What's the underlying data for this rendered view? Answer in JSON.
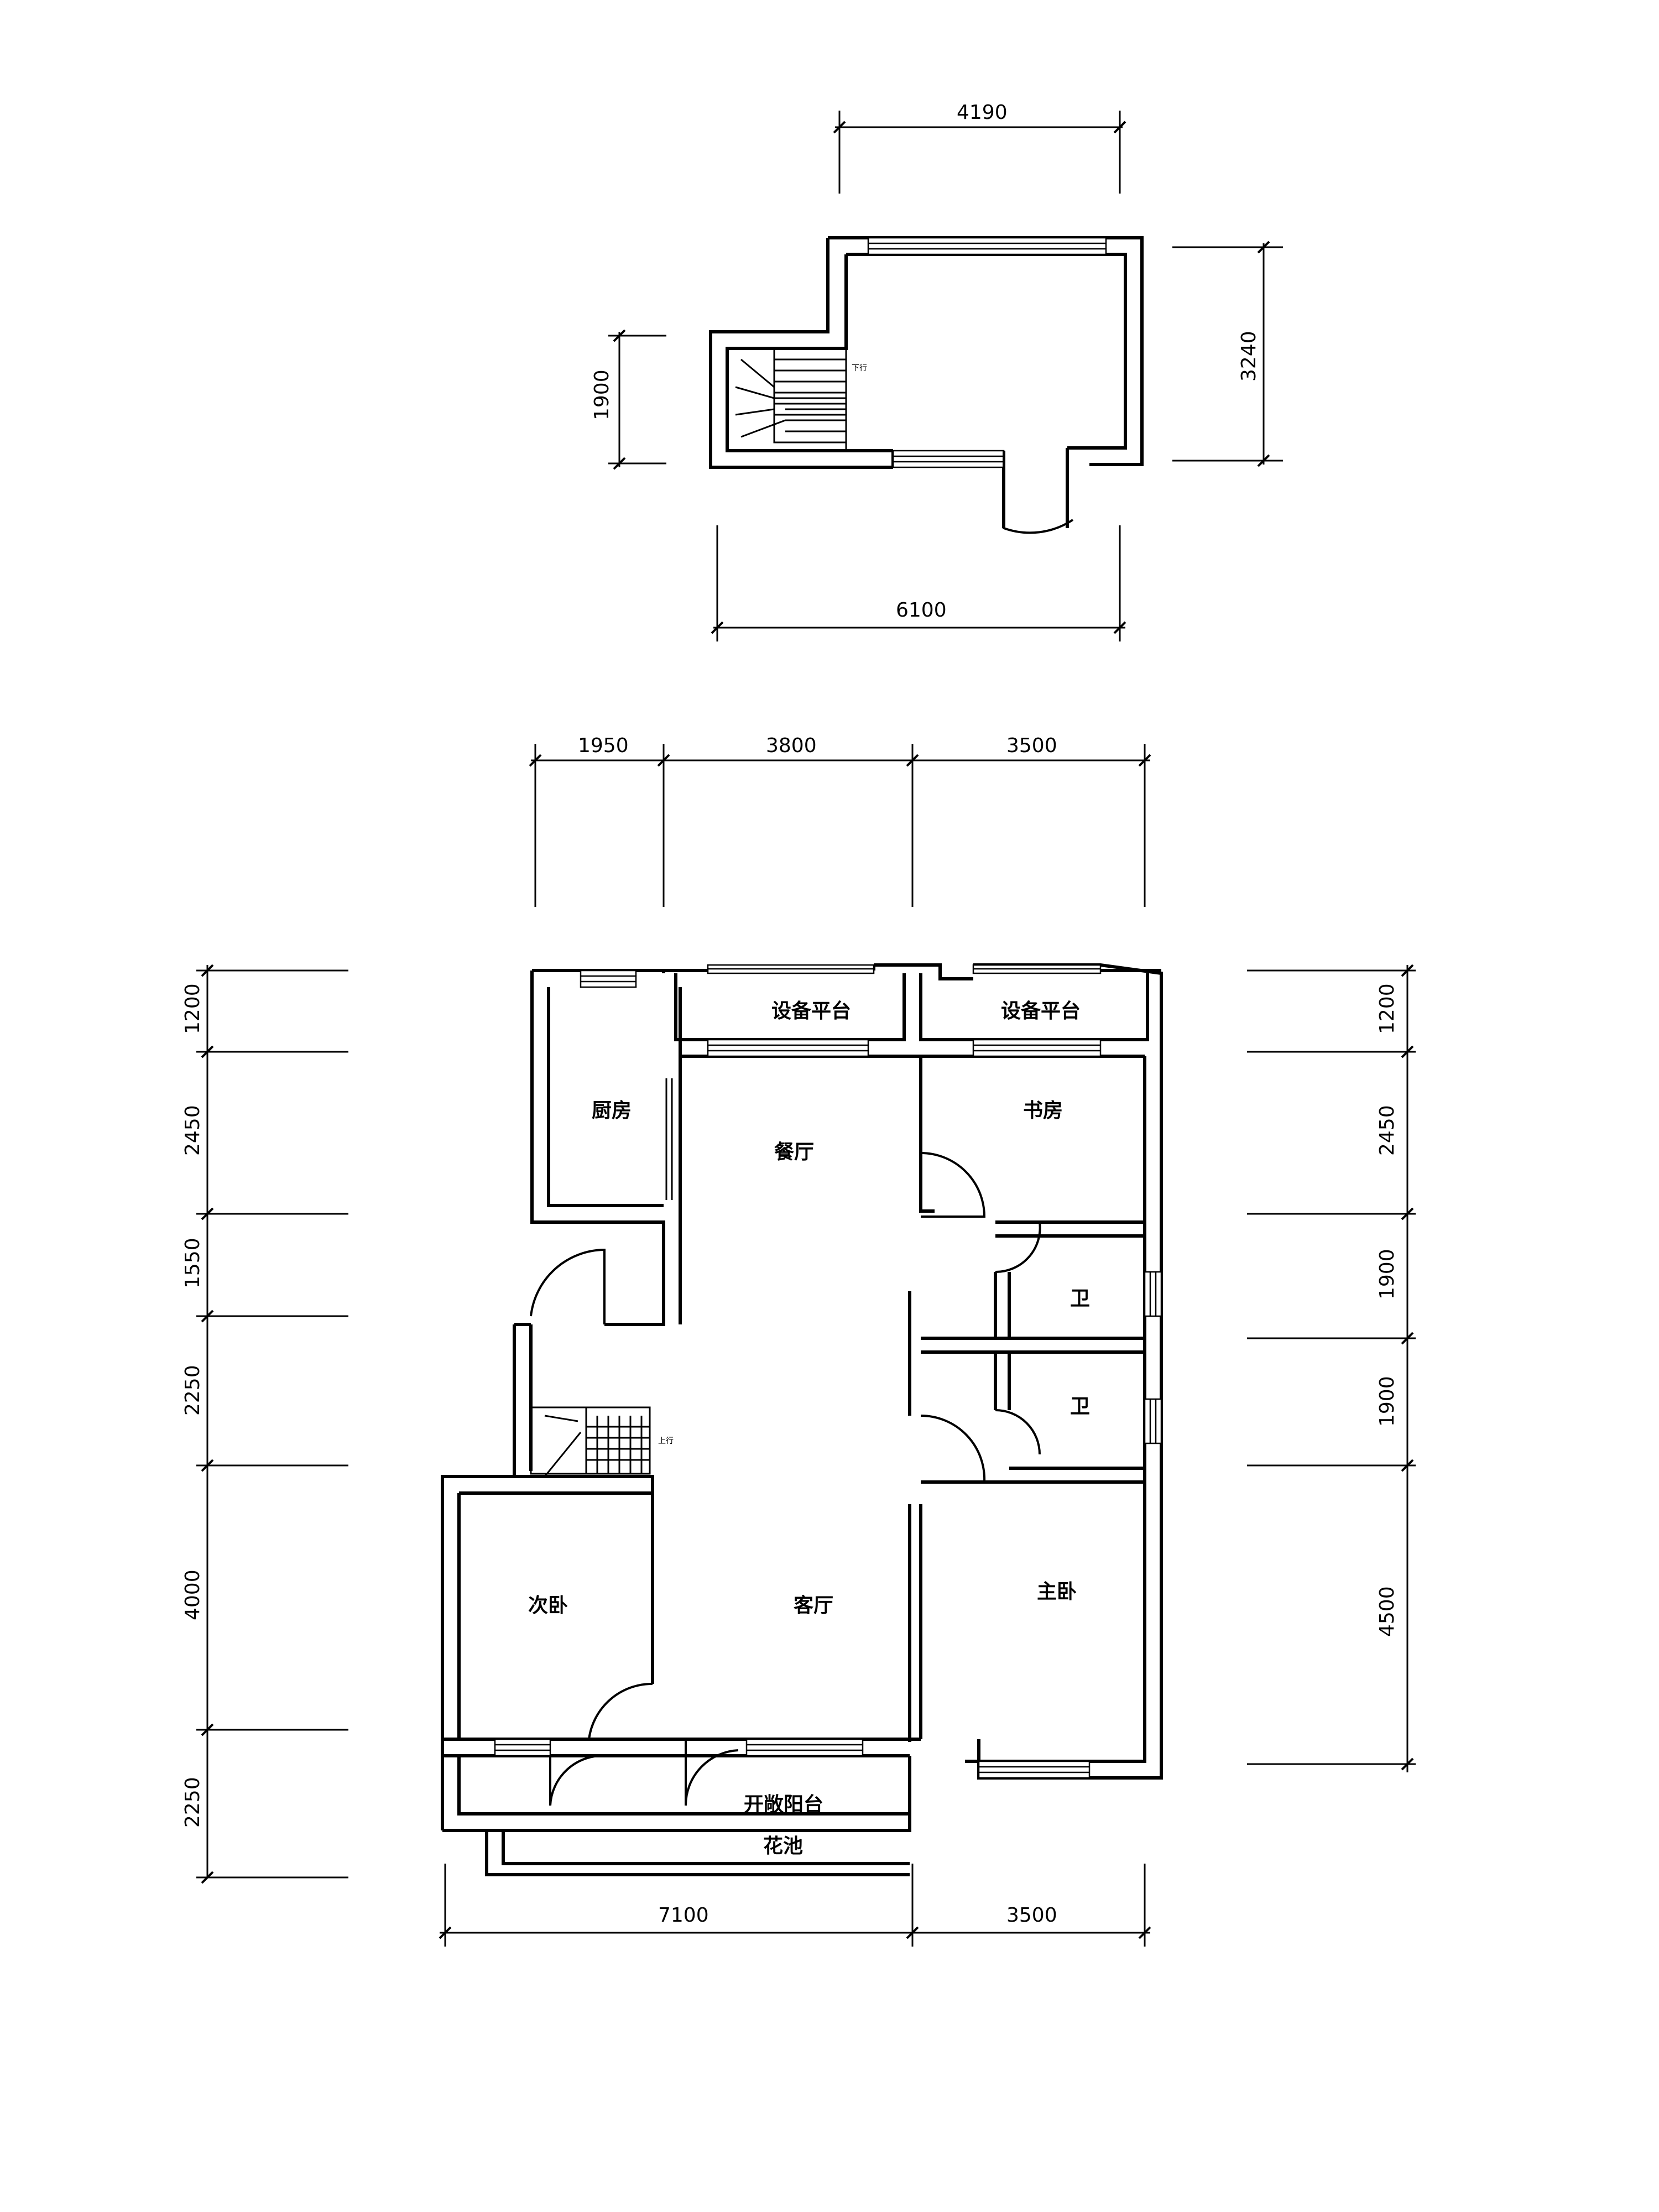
{
  "upper_plan": {
    "dimensions": {
      "top_width": "4190",
      "bottom_width": "6100",
      "left_height": "1900",
      "right_height": "3240"
    },
    "stair_note": "下行"
  },
  "lower_plan": {
    "dims_top": [
      "1950",
      "3800",
      "3500"
    ],
    "dims_bottom": [
      "7100",
      "3500"
    ],
    "dims_left": [
      "1200",
      "2450",
      "1550",
      "2250",
      "4000",
      "2250"
    ],
    "dims_right": [
      "1200",
      "2450",
      "1900",
      "1900",
      "4500"
    ],
    "stair_note": "上行",
    "rooms": {
      "equip_platform_1": "设备平台",
      "equip_platform_2": "设备平台",
      "kitchen": "厨房",
      "dining": "餐厅",
      "study": "书房",
      "bath_1": "卫",
      "bath_2": "卫",
      "second_bedroom": "次卧",
      "living": "客厅",
      "master_bedroom": "主卧",
      "balcony": "开敞阳台",
      "planter": "花池"
    }
  }
}
